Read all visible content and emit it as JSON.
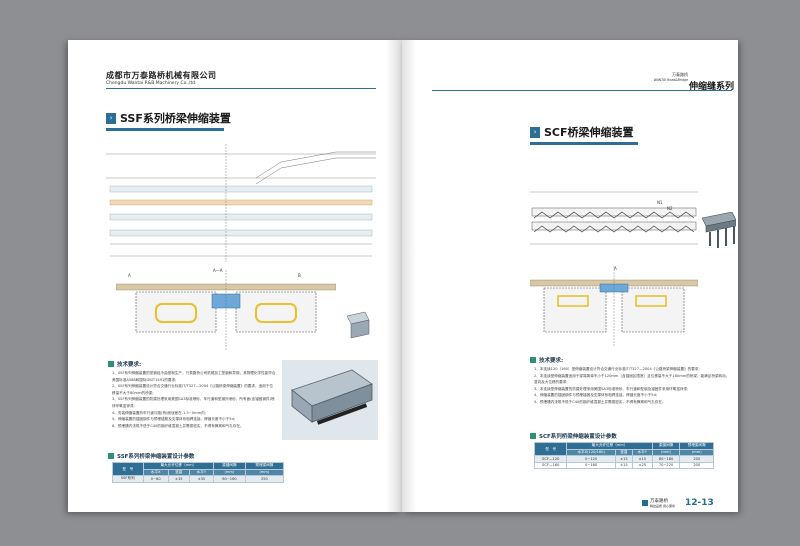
{
  "left_page": {
    "company_cn": "成都市万泰路桥机械有限公司",
    "company_en": "Chengdu Wantai R&B Machinery Co.,ltd.",
    "section_title": "SSF系列桥梁伸缩装置",
    "drawing_label_section": "A—A",
    "drawing_label_a": "A",
    "drawing_label_b": "B",
    "tech_heading": "技术要求:",
    "tech_items": [
      "1、SSF系列伸缩装置的型钢经冷曲型制生产，万泰路桥公司机械加工型钢和异钢，其物理化学性能符合美国标准A588和国际GB/T1591的要求;",
      "2、SSF系列伸缩装置设计符合交通行业标准JT/T327—2004《公路桥梁伸缩装置》的要求，适用于位移量不大于80mm的桥梁;",
      "3、SSF系列伸缩装置的防腐处理采用美国SA3标准喷砂、车行道和型钢外喷砂，所有面(含锚固钢件)喷锌环氧富锌漆;",
      "4、安装伸缩装置的车行道与路(桥)面误差在-1.5~0mm内;",
      "5、伸缩装置的锚固钢件与预埋锚筋及支撑体系相焊连接，焊缝长度不小于5d;",
      "6、预埋槽内浇筑不低于C40的钢纤维混凝土并需振密实，不得有蜂窝和气孔存在。"
    ],
    "table_title": "SSF系列桥梁伸缩装置设计参数",
    "table": {
      "h1": [
        "型　号",
        "最大允许位移（mm）",
        "",
        "",
        "梁缝间隙",
        "预埋梁间隙"
      ],
      "h2": [
        "",
        "水平X",
        "竖直",
        "水平Y",
        "(mm)",
        "(mm)"
      ],
      "rows": [
        [
          "SSF系列",
          "0~80",
          "±15",
          "±35",
          "60~160",
          "250"
        ]
      ]
    }
  },
  "right_page": {
    "brand_small_cn": "万泰路桥",
    "brand_small_en": "WANTAI Road&Bridge",
    "brand_big": "伸缩缝系列",
    "section_title": "SCF桥梁伸缩装置",
    "drawing_label_n1": "N1",
    "drawing_label_n2": "N2",
    "drawing_label_a": "A",
    "tech_heading": "技术要求:",
    "tech_items": [
      "1、本连续120（160）型伸缩装置设计符合交通行业标准JT/T327—2004《公路桥梁伸缩装置》的要求;",
      "2、本连续型伸缩装置适用于梁端简单不小于120mm（含锚固区限宽）且位移量不大于160mm的桥梁，能满足桥梁转动、竖向及大位移的要求;",
      "3、本连续型伸缩装置的防腐处理采用美国SA3标准喷砂、车行道和型钢及锚固件采用环氧富锌漆;",
      "4、伸缩装置的锚固钢件与预埋锚固及支撑体系相焊连接，焊缝长度不小于5d;",
      "5、预埋槽内浇筑不低于C40的钢纤维混凝土并需振密实，不得有蜂窝和气孔存在。"
    ],
    "table_title": "SCF系列桥梁伸缩装置设计参数",
    "table": {
      "h1": [
        "型　号",
        "最大允许位移（mm）",
        "",
        "",
        "梁缝间隙",
        "预埋梁间隙"
      ],
      "h2": [
        "",
        "水平X(120/160)",
        "竖直",
        "水平Y",
        "(mm)",
        "(mm)"
      ],
      "rows": [
        [
          "SCF—120",
          "0~120",
          "±15",
          "±15",
          "60~180",
          "200"
        ],
        [
          "SCF—160",
          "0~160",
          "±15",
          "±25",
          "70~220",
          "200"
        ]
      ]
    },
    "footer_brand": "万泰路桥",
    "footer_sub": "精益品质 用心服务",
    "folio": "12-13"
  },
  "colors": {
    "accent": "#2d6e97",
    "green": "#2f8f78",
    "background": "#8e8f93"
  }
}
